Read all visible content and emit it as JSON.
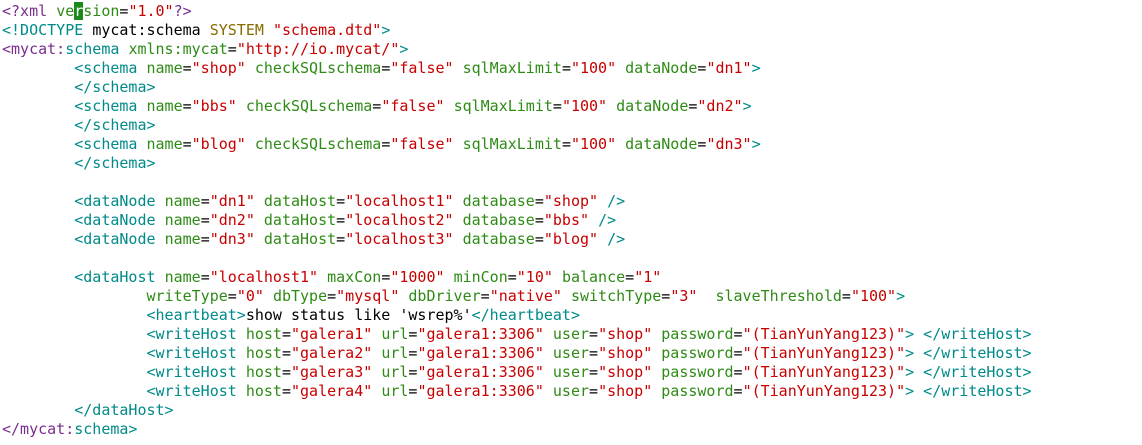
{
  "editor": {
    "lines": [
      [
        {
          "t": "<?xml ",
          "c": "t-proc"
        },
        {
          "t": "ve",
          "c": "t-attr"
        },
        {
          "t": "r",
          "c": "cursor"
        },
        {
          "t": "sion",
          "c": "t-attr"
        },
        {
          "t": "=",
          "c": "t-plain"
        },
        {
          "t": "\"1.0\"",
          "c": "t-str"
        },
        {
          "t": "?>",
          "c": "t-proc"
        }
      ],
      [
        {
          "t": "<!DOCTYPE ",
          "c": "t-tag"
        },
        {
          "t": "mycat:schema ",
          "c": "t-plain"
        },
        {
          "t": "SYSTEM ",
          "c": "t-doctype"
        },
        {
          "t": "\"schema.dtd\"",
          "c": "t-str"
        },
        {
          "t": ">",
          "c": "t-tag"
        }
      ],
      [
        {
          "t": "<mycat:",
          "c": "t-proc"
        },
        {
          "t": "schema ",
          "c": "t-tag"
        },
        {
          "t": "xmlns:mycat",
          "c": "t-attr"
        },
        {
          "t": "=",
          "c": "t-plain"
        },
        {
          "t": "\"http://io.mycat/\"",
          "c": "t-str"
        },
        {
          "t": ">",
          "c": "t-tag"
        }
      ],
      [
        {
          "t": "        <schema ",
          "c": "t-tag"
        },
        {
          "t": "name",
          "c": "t-attr"
        },
        {
          "t": "=",
          "c": "t-plain"
        },
        {
          "t": "\"shop\" ",
          "c": "t-str"
        },
        {
          "t": "checkSQLschema",
          "c": "t-attr"
        },
        {
          "t": "=",
          "c": "t-plain"
        },
        {
          "t": "\"false\" ",
          "c": "t-str"
        },
        {
          "t": "sqlMaxLimit",
          "c": "t-attr"
        },
        {
          "t": "=",
          "c": "t-plain"
        },
        {
          "t": "\"100\" ",
          "c": "t-str"
        },
        {
          "t": "dataNode",
          "c": "t-attr"
        },
        {
          "t": "=",
          "c": "t-plain"
        },
        {
          "t": "\"dn1\"",
          "c": "t-str"
        },
        {
          "t": ">",
          "c": "t-tag"
        }
      ],
      [
        {
          "t": "        </schema>",
          "c": "t-tag"
        }
      ],
      [
        {
          "t": "        <schema ",
          "c": "t-tag"
        },
        {
          "t": "name",
          "c": "t-attr"
        },
        {
          "t": "=",
          "c": "t-plain"
        },
        {
          "t": "\"bbs\" ",
          "c": "t-str"
        },
        {
          "t": "checkSQLschema",
          "c": "t-attr"
        },
        {
          "t": "=",
          "c": "t-plain"
        },
        {
          "t": "\"false\" ",
          "c": "t-str"
        },
        {
          "t": "sqlMaxLimit",
          "c": "t-attr"
        },
        {
          "t": "=",
          "c": "t-plain"
        },
        {
          "t": "\"100\" ",
          "c": "t-str"
        },
        {
          "t": "dataNode",
          "c": "t-attr"
        },
        {
          "t": "=",
          "c": "t-plain"
        },
        {
          "t": "\"dn2\"",
          "c": "t-str"
        },
        {
          "t": ">",
          "c": "t-tag"
        }
      ],
      [
        {
          "t": "        </schema>",
          "c": "t-tag"
        }
      ],
      [
        {
          "t": "        <schema ",
          "c": "t-tag"
        },
        {
          "t": "name",
          "c": "t-attr"
        },
        {
          "t": "=",
          "c": "t-plain"
        },
        {
          "t": "\"blog\" ",
          "c": "t-str"
        },
        {
          "t": "checkSQLschema",
          "c": "t-attr"
        },
        {
          "t": "=",
          "c": "t-plain"
        },
        {
          "t": "\"false\" ",
          "c": "t-str"
        },
        {
          "t": "sqlMaxLimit",
          "c": "t-attr"
        },
        {
          "t": "=",
          "c": "t-plain"
        },
        {
          "t": "\"100\" ",
          "c": "t-str"
        },
        {
          "t": "dataNode",
          "c": "t-attr"
        },
        {
          "t": "=",
          "c": "t-plain"
        },
        {
          "t": "\"dn3\"",
          "c": "t-str"
        },
        {
          "t": ">",
          "c": "t-tag"
        }
      ],
      [
        {
          "t": "        </schema>",
          "c": "t-tag"
        }
      ],
      [
        {
          "t": " ",
          "c": "t-plain"
        }
      ],
      [
        {
          "t": "        <dataNode ",
          "c": "t-tag"
        },
        {
          "t": "name",
          "c": "t-attr"
        },
        {
          "t": "=",
          "c": "t-plain"
        },
        {
          "t": "\"dn1\" ",
          "c": "t-str"
        },
        {
          "t": "dataHost",
          "c": "t-attr"
        },
        {
          "t": "=",
          "c": "t-plain"
        },
        {
          "t": "\"localhost1\" ",
          "c": "t-str"
        },
        {
          "t": "database",
          "c": "t-attr"
        },
        {
          "t": "=",
          "c": "t-plain"
        },
        {
          "t": "\"shop\" ",
          "c": "t-str"
        },
        {
          "t": "/>",
          "c": "t-tag"
        }
      ],
      [
        {
          "t": "        <dataNode ",
          "c": "t-tag"
        },
        {
          "t": "name",
          "c": "t-attr"
        },
        {
          "t": "=",
          "c": "t-plain"
        },
        {
          "t": "\"dn2\" ",
          "c": "t-str"
        },
        {
          "t": "dataHost",
          "c": "t-attr"
        },
        {
          "t": "=",
          "c": "t-plain"
        },
        {
          "t": "\"localhost2\" ",
          "c": "t-str"
        },
        {
          "t": "database",
          "c": "t-attr"
        },
        {
          "t": "=",
          "c": "t-plain"
        },
        {
          "t": "\"bbs\" ",
          "c": "t-str"
        },
        {
          "t": "/>",
          "c": "t-tag"
        }
      ],
      [
        {
          "t": "        <dataNode ",
          "c": "t-tag"
        },
        {
          "t": "name",
          "c": "t-attr"
        },
        {
          "t": "=",
          "c": "t-plain"
        },
        {
          "t": "\"dn3\" ",
          "c": "t-str"
        },
        {
          "t": "dataHost",
          "c": "t-attr"
        },
        {
          "t": "=",
          "c": "t-plain"
        },
        {
          "t": "\"localhost3\" ",
          "c": "t-str"
        },
        {
          "t": "database",
          "c": "t-attr"
        },
        {
          "t": "=",
          "c": "t-plain"
        },
        {
          "t": "\"blog\" ",
          "c": "t-str"
        },
        {
          "t": "/>",
          "c": "t-tag"
        }
      ],
      [
        {
          "t": " ",
          "c": "t-plain"
        }
      ],
      [
        {
          "t": "        <dataHost ",
          "c": "t-tag"
        },
        {
          "t": "name",
          "c": "t-attr"
        },
        {
          "t": "=",
          "c": "t-plain"
        },
        {
          "t": "\"localhost1\" ",
          "c": "t-str"
        },
        {
          "t": "maxCon",
          "c": "t-attr"
        },
        {
          "t": "=",
          "c": "t-plain"
        },
        {
          "t": "\"1000\" ",
          "c": "t-str"
        },
        {
          "t": "minCon",
          "c": "t-attr"
        },
        {
          "t": "=",
          "c": "t-plain"
        },
        {
          "t": "\"10\" ",
          "c": "t-str"
        },
        {
          "t": "balance",
          "c": "t-attr"
        },
        {
          "t": "=",
          "c": "t-plain"
        },
        {
          "t": "\"1\"",
          "c": "t-str"
        }
      ],
      [
        {
          "t": "                ",
          "c": "t-plain"
        },
        {
          "t": "writeType",
          "c": "t-attr"
        },
        {
          "t": "=",
          "c": "t-plain"
        },
        {
          "t": "\"0\" ",
          "c": "t-str"
        },
        {
          "t": "dbType",
          "c": "t-attr"
        },
        {
          "t": "=",
          "c": "t-plain"
        },
        {
          "t": "\"mysql\" ",
          "c": "t-str"
        },
        {
          "t": "dbDriver",
          "c": "t-attr"
        },
        {
          "t": "=",
          "c": "t-plain"
        },
        {
          "t": "\"native\" ",
          "c": "t-str"
        },
        {
          "t": "switchType",
          "c": "t-attr"
        },
        {
          "t": "=",
          "c": "t-plain"
        },
        {
          "t": "\"3\"  ",
          "c": "t-str"
        },
        {
          "t": "slaveThreshold",
          "c": "t-attr"
        },
        {
          "t": "=",
          "c": "t-plain"
        },
        {
          "t": "\"100\"",
          "c": "t-str"
        },
        {
          "t": ">",
          "c": "t-tag"
        }
      ],
      [
        {
          "t": "                <heartbeat>",
          "c": "t-tag"
        },
        {
          "t": "show status like 'wsrep%'",
          "c": "t-plain"
        },
        {
          "t": "</heartbeat>",
          "c": "t-tag"
        }
      ],
      [
        {
          "t": "                <writeHost ",
          "c": "t-tag"
        },
        {
          "t": "host",
          "c": "t-attr"
        },
        {
          "t": "=",
          "c": "t-plain"
        },
        {
          "t": "\"galera1\" ",
          "c": "t-str"
        },
        {
          "t": "url",
          "c": "t-attr"
        },
        {
          "t": "=",
          "c": "t-plain"
        },
        {
          "t": "\"galera1:3306\" ",
          "c": "t-str"
        },
        {
          "t": "user",
          "c": "t-attr"
        },
        {
          "t": "=",
          "c": "t-plain"
        },
        {
          "t": "\"shop\" ",
          "c": "t-str"
        },
        {
          "t": "password",
          "c": "t-attr"
        },
        {
          "t": "=",
          "c": "t-plain"
        },
        {
          "t": "\"(TianYunYang123)\"",
          "c": "t-str"
        },
        {
          "t": "> </writeHost>",
          "c": "t-tag"
        }
      ],
      [
        {
          "t": "                <writeHost ",
          "c": "t-tag"
        },
        {
          "t": "host",
          "c": "t-attr"
        },
        {
          "t": "=",
          "c": "t-plain"
        },
        {
          "t": "\"galera2\" ",
          "c": "t-str"
        },
        {
          "t": "url",
          "c": "t-attr"
        },
        {
          "t": "=",
          "c": "t-plain"
        },
        {
          "t": "\"galera1:3306\" ",
          "c": "t-str"
        },
        {
          "t": "user",
          "c": "t-attr"
        },
        {
          "t": "=",
          "c": "t-plain"
        },
        {
          "t": "\"shop\" ",
          "c": "t-str"
        },
        {
          "t": "password",
          "c": "t-attr"
        },
        {
          "t": "=",
          "c": "t-plain"
        },
        {
          "t": "\"(TianYunYang123)\"",
          "c": "t-str"
        },
        {
          "t": "> </writeHost>",
          "c": "t-tag"
        }
      ],
      [
        {
          "t": "                <writeHost ",
          "c": "t-tag"
        },
        {
          "t": "host",
          "c": "t-attr"
        },
        {
          "t": "=",
          "c": "t-plain"
        },
        {
          "t": "\"galera3\" ",
          "c": "t-str"
        },
        {
          "t": "url",
          "c": "t-attr"
        },
        {
          "t": "=",
          "c": "t-plain"
        },
        {
          "t": "\"galera1:3306\" ",
          "c": "t-str"
        },
        {
          "t": "user",
          "c": "t-attr"
        },
        {
          "t": "=",
          "c": "t-plain"
        },
        {
          "t": "\"shop\" ",
          "c": "t-str"
        },
        {
          "t": "password",
          "c": "t-attr"
        },
        {
          "t": "=",
          "c": "t-plain"
        },
        {
          "t": "\"(TianYunYang123)\"",
          "c": "t-str"
        },
        {
          "t": "> </writeHost>",
          "c": "t-tag"
        }
      ],
      [
        {
          "t": "                <writeHost ",
          "c": "t-tag"
        },
        {
          "t": "host",
          "c": "t-attr"
        },
        {
          "t": "=",
          "c": "t-plain"
        },
        {
          "t": "\"galera4\" ",
          "c": "t-str"
        },
        {
          "t": "url",
          "c": "t-attr"
        },
        {
          "t": "=",
          "c": "t-plain"
        },
        {
          "t": "\"galera1:3306\" ",
          "c": "t-str"
        },
        {
          "t": "user",
          "c": "t-attr"
        },
        {
          "t": "=",
          "c": "t-plain"
        },
        {
          "t": "\"shop\" ",
          "c": "t-str"
        },
        {
          "t": "password",
          "c": "t-attr"
        },
        {
          "t": "=",
          "c": "t-plain"
        },
        {
          "t": "\"(TianYunYang123)\"",
          "c": "t-str"
        },
        {
          "t": "> </writeHost>",
          "c": "t-tag"
        }
      ],
      [
        {
          "t": "        </dataHost>",
          "c": "t-tag"
        }
      ],
      [
        {
          "t": "</mycat:",
          "c": "t-proc"
        },
        {
          "t": "schema>",
          "c": "t-tag"
        }
      ]
    ]
  }
}
